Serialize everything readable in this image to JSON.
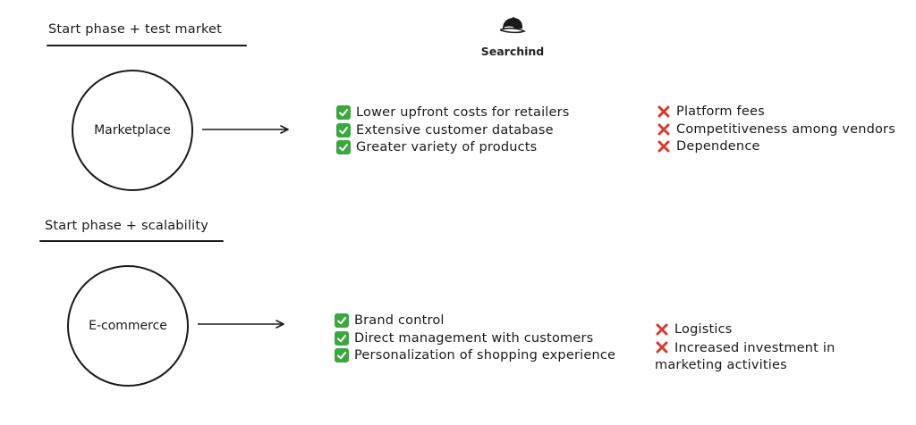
{
  "brand": {
    "name": "Searchind",
    "logo_icon": "cap-icon"
  },
  "colors": {
    "ink": "#1a1a1a",
    "check_green": "#3aa83f",
    "cross_red": "#d83a2e"
  },
  "sections": [
    {
      "title": "Start phase + test market",
      "node_label": "Marketplace",
      "pros": [
        "Lower upfront costs for retailers",
        "Extensive customer database",
        "Greater variety of products"
      ],
      "cons": [
        "Platform fees",
        "Competitiveness among vendors",
        "Dependence"
      ]
    },
    {
      "title": "Start phase + scalability",
      "node_label": "E-commerce",
      "pros": [
        "Brand control",
        "Direct management with customers",
        "Personalization of shopping experience"
      ],
      "cons": [
        "Logistics",
        "Increased investment in marketing activities"
      ]
    }
  ]
}
